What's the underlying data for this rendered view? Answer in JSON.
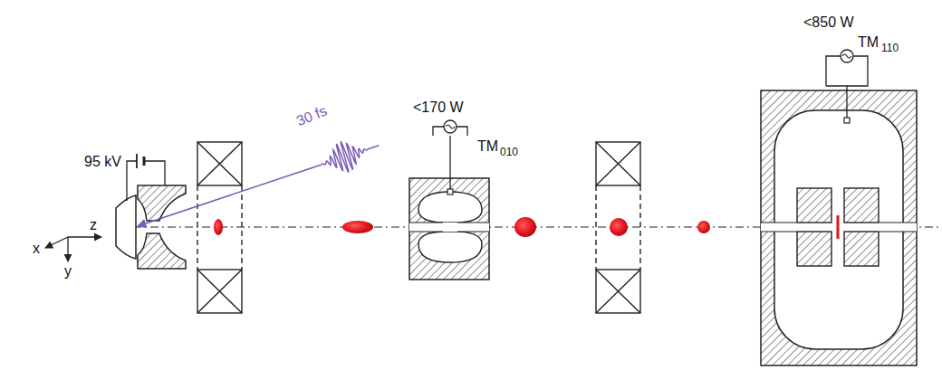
{
  "diagram": {
    "labels": [
      "95 kV",
      "30 fs",
      "<170 W",
      "TM",
      "010",
      "<850 W",
      "TM",
      "110",
      "x",
      "y",
      "z"
    ]
  }
}
